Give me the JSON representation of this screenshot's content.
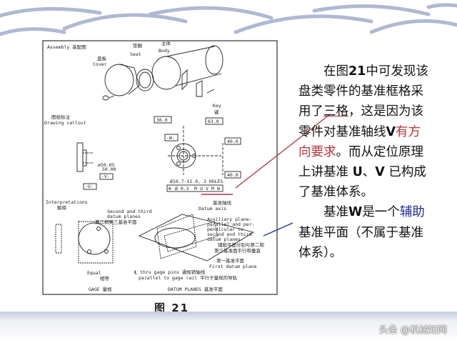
{
  "colors": {
    "accent_red": "#b8323a",
    "accent_blue": "#1f2a9a",
    "decor": "#9aa6c6"
  },
  "figure": {
    "assembly": "Assembly 装配图",
    "seat_cn": "垫圈",
    "seat": "Seat",
    "body_cn": "主体",
    "body": "Body",
    "cover_cn": "盖板",
    "cover": "Cover",
    "key": "Key",
    "key_cn": "键",
    "callout_cn": "图纸标注",
    "callout": "Drawing callout",
    "dim_36": "36.0",
    "dim_63": "63.0",
    "datum_w": "-W-",
    "dim_40a": "40.0",
    "dim_40b": "40.0",
    "dia_upper": "ø50.05",
    "dia_lower": "50.00",
    "datum_v": "-V-",
    "datum_u": "-U-",
    "holes": "Ø10.7-11.0, 3 HOLES",
    "frame": [
      "⊕",
      "Ø 0.3",
      "M",
      "U",
      "V",
      "M",
      "W"
    ],
    "interp": "Interpretations",
    "interp_cn": "解释",
    "second_third_1": "Second and third",
    "second_third_2": "datum planes",
    "second_third_cn": "第二和第三基准平面",
    "axis_cn": "基准轴线",
    "axis": "Datum axis",
    "aux": [
      "Auxiliary plane-",
      "parallel and per-",
      "pendicular to",
      "second and third",
      "datum planes"
    ],
    "aux_cn_1": "辅助平面分别与第二和",
    "aux_cn_2": "第三基准面平行和垂直",
    "first_cn": "第一基准平面",
    "first": "First datum plane",
    "equal": "Equal",
    "equal_cn": "相等",
    "pins": "℄ thru gage pins 通规销轴线",
    "rail": "parallel to gage rail 平行于量规的导轨",
    "gage": "GAGE 量规",
    "datum_planes": "DATUM PLANES 基准平面"
  },
  "caption": "图 21",
  "text": {
    "lines": [
      {
        "indent": true,
        "segs": [
          {
            "t": "在图"
          },
          {
            "t": "21",
            "c": "b"
          },
          {
            "t": "中可发现该"
          }
        ]
      },
      {
        "segs": [
          {
            "t": "盘类零件的基准框格采"
          }
        ]
      },
      {
        "segs": [
          {
            "t": "用了"
          },
          {
            "t": "三格",
            "c": "ul"
          },
          {
            "t": "，这是因为该"
          }
        ]
      },
      {
        "segs": [
          {
            "t": "零件对基准轴线"
          },
          {
            "t": "V",
            "c": "b"
          },
          {
            "t": "有方",
            "c": "red"
          }
        ]
      },
      {
        "segs": [
          {
            "t": "向要求",
            "c": "red"
          },
          {
            "t": "。而从定位原理"
          }
        ]
      },
      {
        "segs": [
          {
            "t": "上讲基准 "
          },
          {
            "t": "U",
            "c": "b"
          },
          {
            "t": "、"
          },
          {
            "t": "V",
            "c": "b"
          },
          {
            "t": " 已构成"
          }
        ]
      },
      {
        "segs": [
          {
            "t": "了基准体系。"
          }
        ]
      },
      {
        "indent": true,
        "segs": [
          {
            "t": "基准"
          },
          {
            "t": "W",
            "c": "b"
          },
          {
            "t": "是一个"
          },
          {
            "t": "辅助",
            "c": "blue"
          }
        ]
      },
      {
        "segs": [
          {
            "t": "基准平面（不属于基准"
          }
        ]
      },
      {
        "segs": [
          {
            "t": "体系）。"
          }
        ]
      }
    ]
  },
  "watermark": "头条 @机械知网"
}
